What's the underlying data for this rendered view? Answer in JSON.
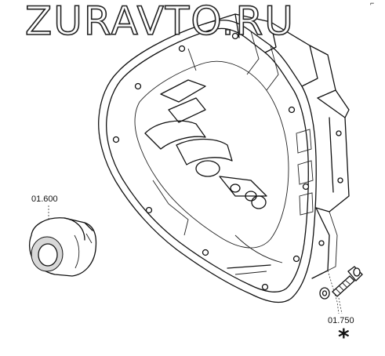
{
  "watermark": {
    "text": "ZURAVTO.RU"
  },
  "corner_mark": {
    "text": "⌐"
  },
  "labels": {
    "release_bearing": "01.600",
    "bolt_washer": "01.750",
    "asterisk": "*"
  },
  "icons": {
    "housing": "clutch-housing-icon",
    "bearing": "release-bearing-icon",
    "bolt": "bolt-icon",
    "washer": "washer-icon"
  }
}
